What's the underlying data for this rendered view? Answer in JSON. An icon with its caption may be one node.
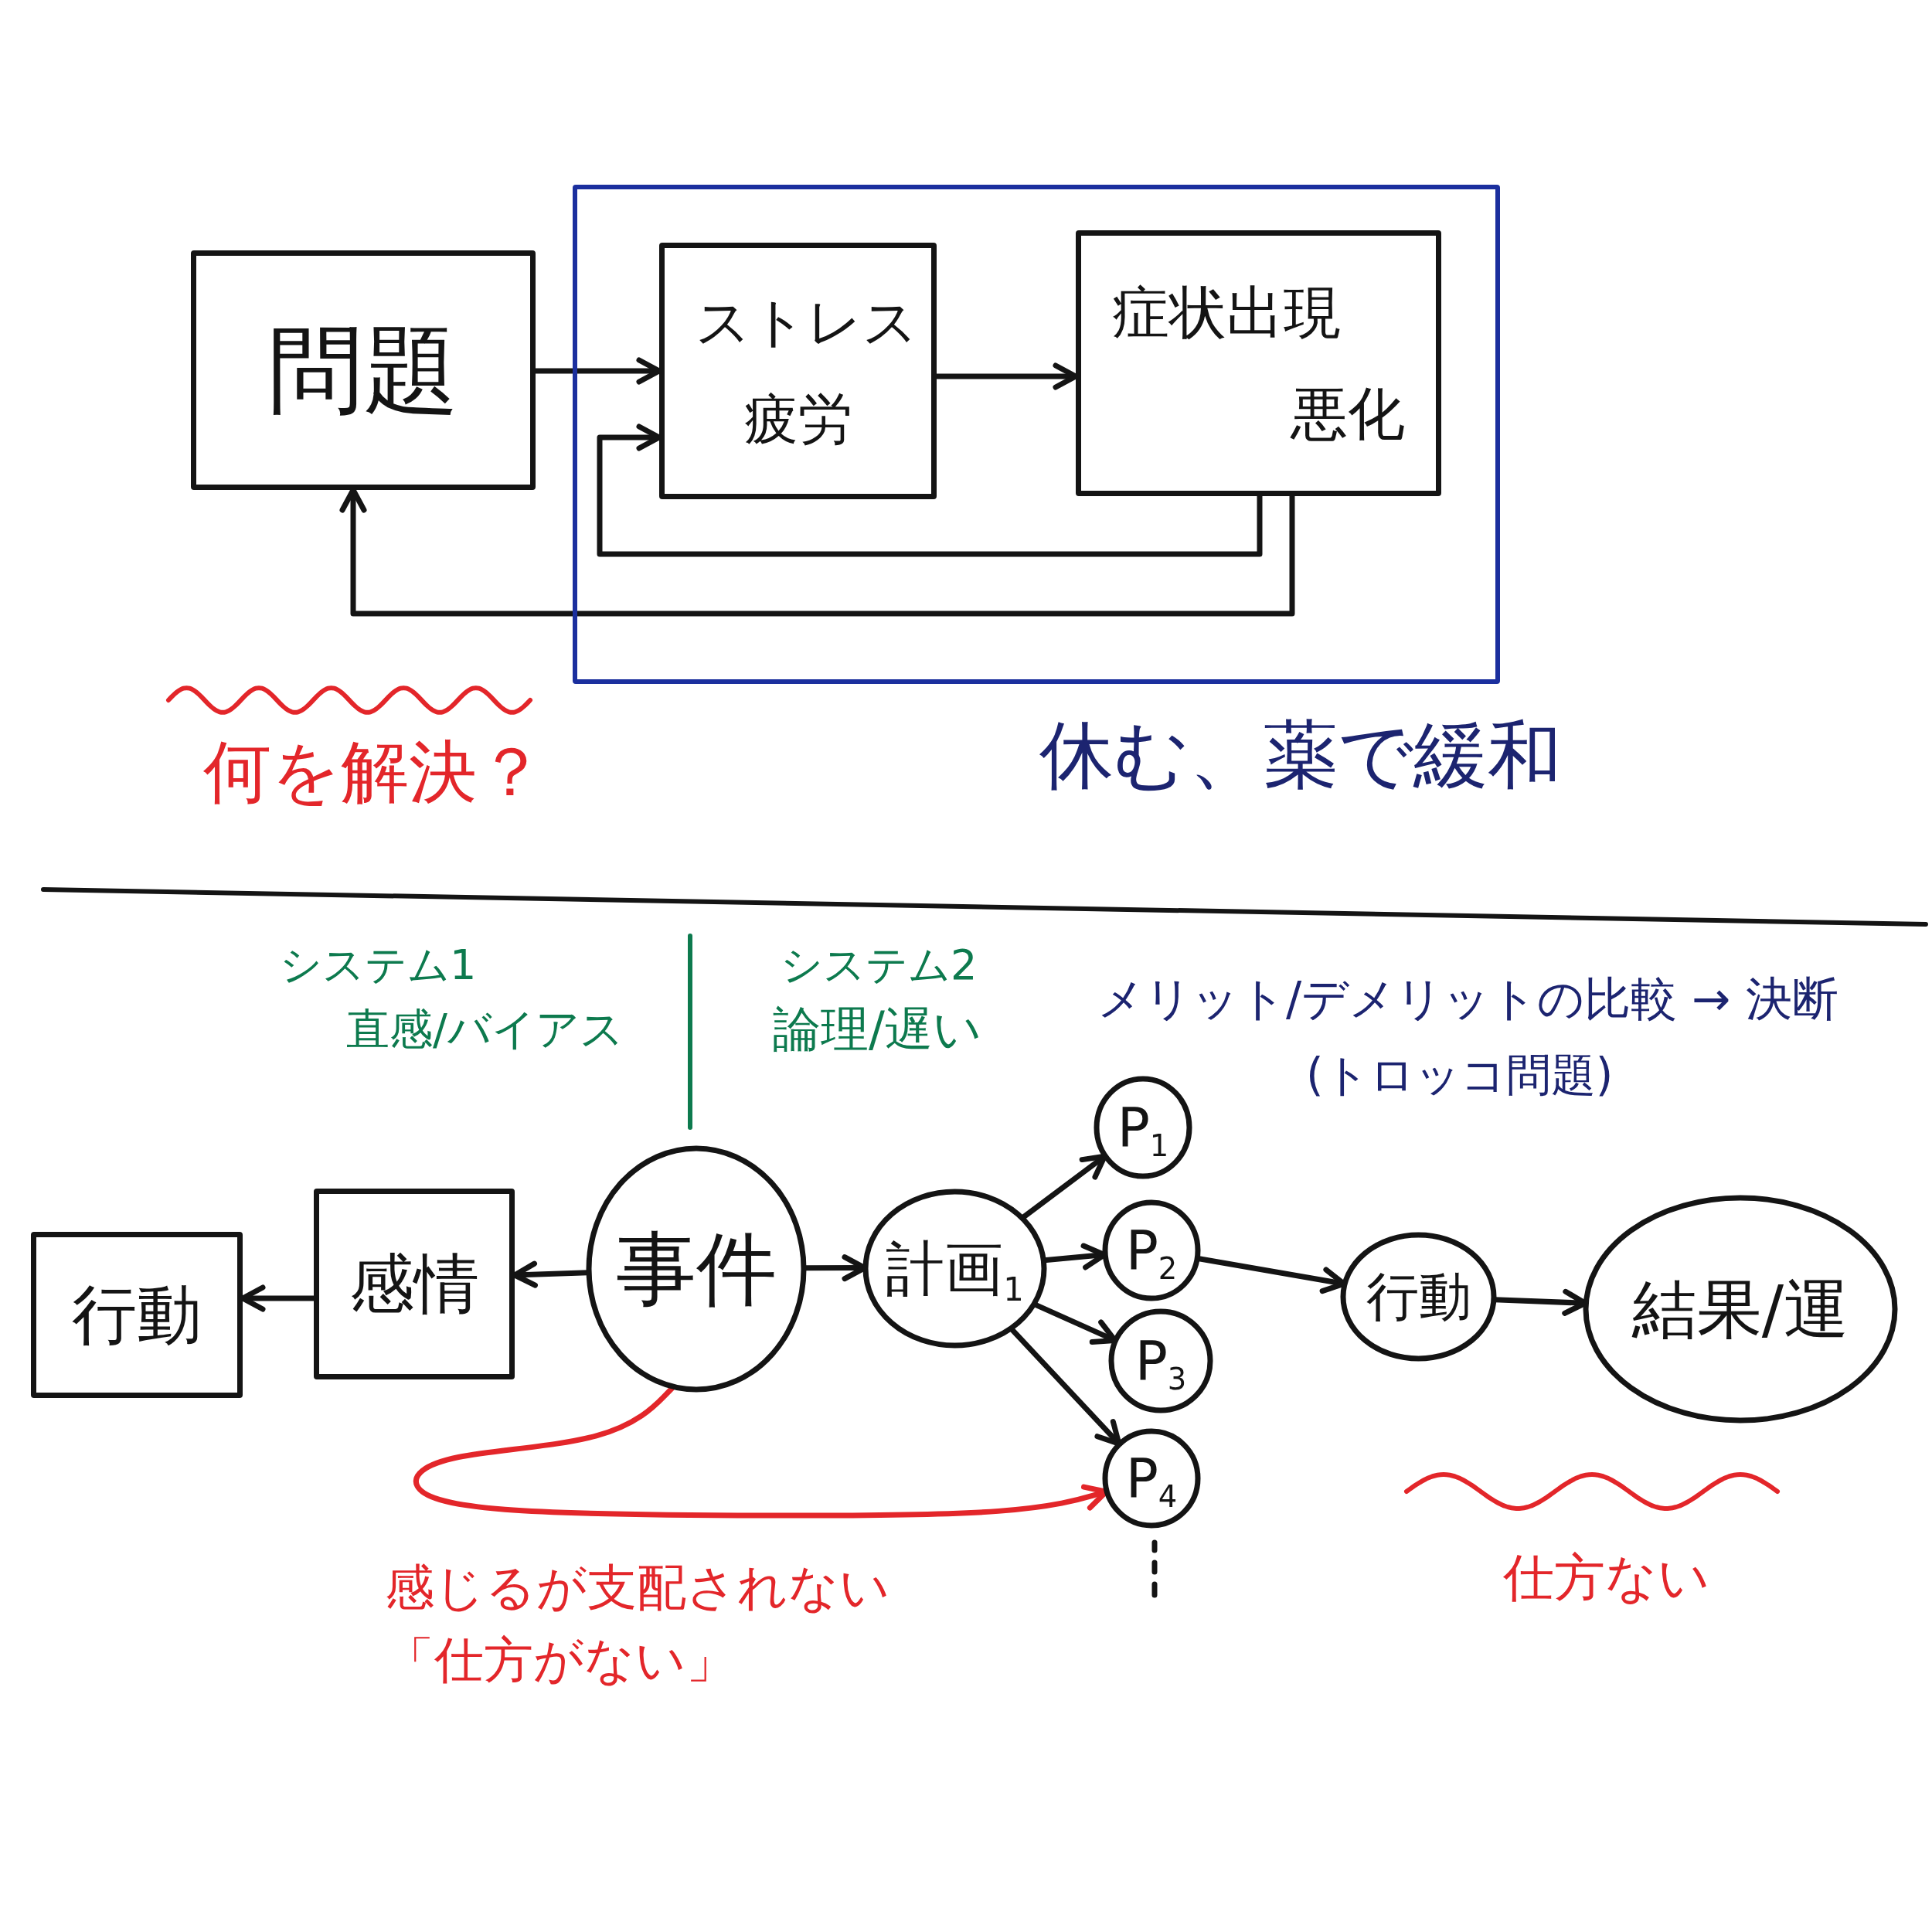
{
  "diagram": {
    "nodes": [
      {
        "text": [
          "問題"
        ]
      },
      {
        "text": [],
        "shape": "box",
        "beside": [
          "休む、薬で緩和"
        ]
      },
      {
        "text": [
          "ストレス",
          "疲労"
        ],
        "in": 1
      },
      {
        "text": [
          "症状出現",
          "悪化"
        ],
        "in": 1
      },
      {
        "text": [
          "行動"
        ]
      },
      {
        "text": [
          "感情"
        ]
      },
      {
        "text": [
          "事件"
        ]
      },
      {
        "text": [
          "計画$_{1}$"
        ]
      },
      {
        "text": [
          "P$_{1}$"
        ]
      },
      {
        "text": [
          "P$_{2}$"
        ]
      },
      {
        "text": [
          "P$_{3}$"
        ]
      },
      {
        "text": [
          "P$_{4}$"
        ]
      },
      {
        "text": [
          "行動"
        ]
      },
      {
        "text": [
          "結果/運"
        ]
      }
    ],
    "edges": [
      {
        "from": 0,
        "to": 2,
        "arrow": "to"
      },
      {
        "from": 2,
        "to": 3,
        "arrow": "to"
      },
      {
        "from": 3,
        "to": 2,
        "arrow": "to"
      },
      {
        "from": 3,
        "to": 0,
        "arrow": "to"
      },
      {
        "from": 6,
        "to": 5,
        "arrow": "to"
      },
      {
        "from": 5,
        "to": 4,
        "arrow": "to"
      },
      {
        "from": 6,
        "to": 7,
        "arrow": "to"
      },
      {
        "from": 7,
        "to": 8,
        "arrow": "to"
      },
      {
        "from": 7,
        "to": 9,
        "arrow": "to"
      },
      {
        "from": 7,
        "to": 10,
        "arrow": "to"
      },
      {
        "from": 7,
        "to": 11,
        "arrow": "to"
      },
      {
        "from": 9,
        "to": 12,
        "arrow": "to"
      },
      {
        "from": 12,
        "to": 13,
        "arrow": "to"
      },
      {
        "from": 6,
        "to": 11,
        "arrow": "to",
        "color": "#e3262a"
      }
    ],
    "labels": [
      "何を解決？",
      "システム1",
      "直感/バイアス",
      "システム2",
      "論理/遅い",
      "メリット/デメリットの比較 → 決断",
      "(トロッコ問題)",
      "感じるが支配されない",
      "「仕方がない」",
      "仕方ない"
    ]
  }
}
